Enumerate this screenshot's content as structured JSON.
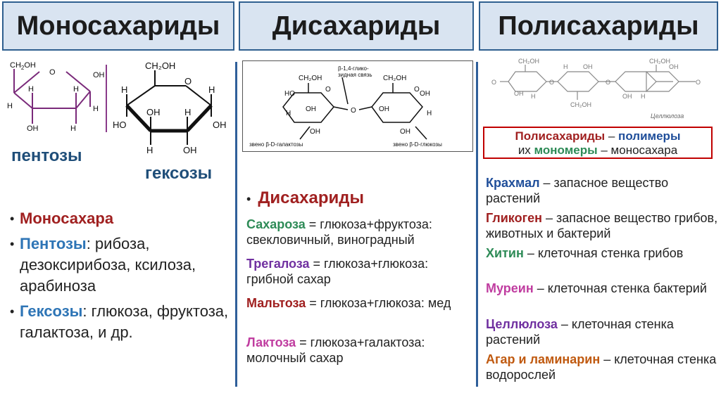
{
  "headers": {
    "mono": "Моносахариды",
    "di": "Дисахариды",
    "poly": "Полисахариды"
  },
  "mono": {
    "pentose_label": "пентозы",
    "hexose_label": "гексозы",
    "list": [
      {
        "term": "Моносахара",
        "rest": ""
      },
      {
        "term": "Пентозы",
        "rest": ": рибоза, дезоксирибоза, ксилоза, арабиноза"
      },
      {
        "term": "Гексозы",
        "rest": ": глюкоза, фруктоза, галактоза, и др."
      }
    ],
    "pentose_atoms": {
      "ch2oh": "CH",
      "ch2oh_sub": "2",
      "ch2oh_tail": "OH",
      "o": "O",
      "oh": "OH",
      "h": "H"
    },
    "hexose_atoms": {
      "ch2oh": "CH₂OH",
      "o": "O",
      "h": "H",
      "oh": "OH",
      "ho": "HO"
    }
  },
  "di": {
    "heading": "Дисахариды",
    "items": [
      {
        "term": "Сахароза",
        "rest": " = глюкоза+фруктоза: свекловичный, виноградный"
      },
      {
        "term": "Трегалоза",
        "rest": " = глюкоза+глюкоза: грибной сахар"
      },
      {
        "term": "Мальтоза",
        "rest": " = глюкоза+глюкоза: мед"
      },
      {
        "term": "Лактоза",
        "rest": " = глюкоза+галактоза: молочный сахар"
      }
    ],
    "figure": {
      "bond_label_1": "β-1,4-глико-",
      "bond_label_2": "зидная связь",
      "gal_label": "звено β-D-галактозы",
      "glu_label": "звено β-D-глюкозы",
      "ch2oh": "CH₂OH",
      "o": "O",
      "oh": "OH",
      "ho": "HO",
      "h": "H"
    }
  },
  "poly": {
    "box_line1_a": "Полисахариды",
    "box_line1_b": " – ",
    "box_line1_c": "полимеры",
    "box_line2_a": "их ",
    "box_line2_b": "мономеры",
    "box_line2_c": " – моносахара",
    "items": [
      {
        "term": "Крахмал",
        "rest": " – запасное вещество растений"
      },
      {
        "term": "Гликоген",
        "rest": " – запасное вещество грибов, животных и бактерий"
      },
      {
        "term": "Хитин",
        "rest": " – клеточная стенка грибов"
      },
      {
        "term": "Муреин",
        "rest": " – клеточная стенка бактерий"
      },
      {
        "term": "Целлюлоза",
        "rest": " – клеточная стенка растений"
      },
      {
        "term": "Агар и ламинарин",
        "rest": " – клеточная стенка водорослей"
      }
    ],
    "figure": {
      "caption": "Целлюлоза",
      "ch2oh": "CH₂OH",
      "o": "O",
      "oh": "OH",
      "h": "H"
    }
  },
  "colors": {
    "header_bg": "#d9e4f1",
    "header_border": "#2f5f8f",
    "divider": "#2f5f9a",
    "accent_blue": "#2e75b6",
    "accent_red": "#a02020"
  }
}
